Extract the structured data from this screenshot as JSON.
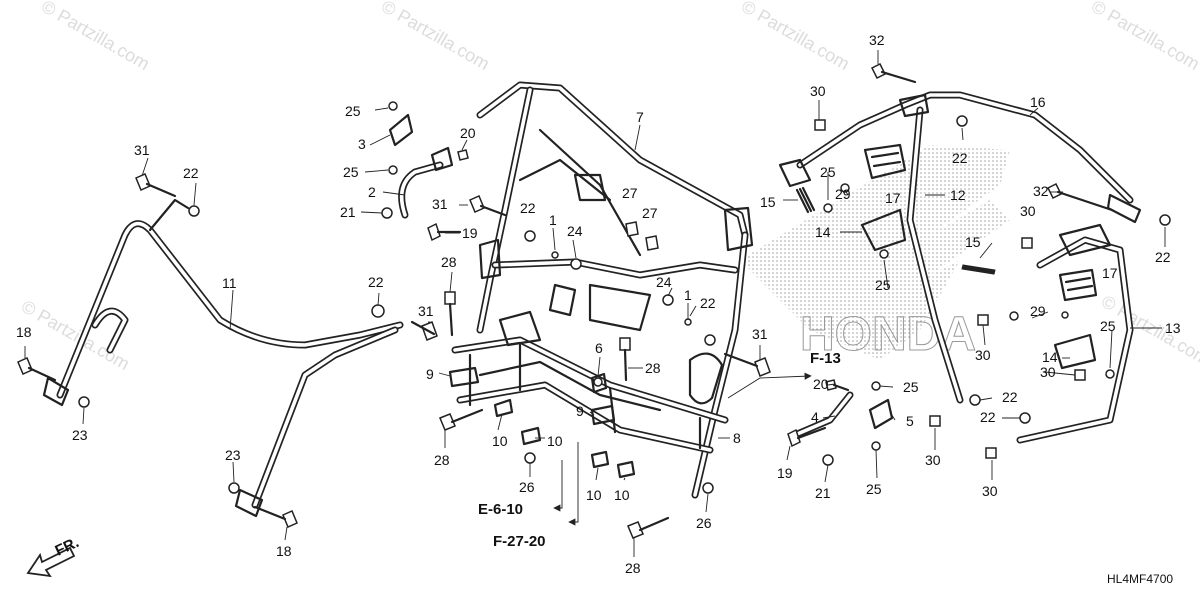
{
  "watermark": "© Partzilla.com",
  "diagram_code": "HL4MF4700",
  "brand_watermark": "HONDA",
  "direction_arrow": {
    "label": "FR.",
    "icon": "front-direction-arrow-icon"
  },
  "references": {
    "f13": "F-13",
    "e6_10": "E-6-10",
    "f27_20": "F-27-20"
  },
  "callouts": [
    {
      "id": "c32",
      "text": "32"
    },
    {
      "id": "c30a",
      "text": "30"
    },
    {
      "id": "c16",
      "text": "16"
    },
    {
      "id": "c25a",
      "text": "25"
    },
    {
      "id": "c3",
      "text": "3"
    },
    {
      "id": "c20a",
      "text": "20"
    },
    {
      "id": "c7",
      "text": "7"
    },
    {
      "id": "c22a",
      "text": "22"
    },
    {
      "id": "c31a",
      "text": "31"
    },
    {
      "id": "c22b",
      "text": "22"
    },
    {
      "id": "c25b",
      "text": "25"
    },
    {
      "id": "c2",
      "text": "2"
    },
    {
      "id": "c25c",
      "text": "25"
    },
    {
      "id": "c29a",
      "text": "29"
    },
    {
      "id": "c17a",
      "text": "17"
    },
    {
      "id": "c12",
      "text": "12"
    },
    {
      "id": "c21a",
      "text": "21"
    },
    {
      "id": "c31b",
      "text": "31"
    },
    {
      "id": "c22c",
      "text": "22"
    },
    {
      "id": "c27a",
      "text": "27"
    },
    {
      "id": "c15a",
      "text": "15"
    },
    {
      "id": "c32b",
      "text": "32"
    },
    {
      "id": "c19a",
      "text": "19"
    },
    {
      "id": "c1a",
      "text": "1"
    },
    {
      "id": "c27b",
      "text": "27"
    },
    {
      "id": "c14a",
      "text": "14"
    },
    {
      "id": "c30b",
      "text": "30"
    },
    {
      "id": "c24a",
      "text": "24"
    },
    {
      "id": "c22d",
      "text": "22"
    },
    {
      "id": "c28a",
      "text": "28"
    },
    {
      "id": "c15b",
      "text": "15"
    },
    {
      "id": "c11",
      "text": "11"
    },
    {
      "id": "c22e",
      "text": "22"
    },
    {
      "id": "c24b",
      "text": "24"
    },
    {
      "id": "c25d",
      "text": "25"
    },
    {
      "id": "c17b",
      "text": "17"
    },
    {
      "id": "c1b",
      "text": "1"
    },
    {
      "id": "c22f",
      "text": "22"
    },
    {
      "id": "c31c",
      "text": "31"
    },
    {
      "id": "c18a",
      "text": "18"
    },
    {
      "id": "c29b",
      "text": "29"
    },
    {
      "id": "c25e",
      "text": "25"
    },
    {
      "id": "c13",
      "text": "13"
    },
    {
      "id": "c31d",
      "text": "31"
    },
    {
      "id": "c30c",
      "text": "30"
    },
    {
      "id": "c6",
      "text": "6"
    },
    {
      "id": "c14b",
      "text": "14"
    },
    {
      "id": "c9a",
      "text": "9"
    },
    {
      "id": "c28b",
      "text": "28"
    },
    {
      "id": "c30d",
      "text": "30"
    },
    {
      "id": "c20b",
      "text": "20"
    },
    {
      "id": "c25f",
      "text": "25"
    },
    {
      "id": "c22g",
      "text": "22"
    },
    {
      "id": "c23a",
      "text": "23"
    },
    {
      "id": "c9b",
      "text": "9"
    },
    {
      "id": "c4",
      "text": "4"
    },
    {
      "id": "c5",
      "text": "5"
    },
    {
      "id": "c22h",
      "text": "22"
    },
    {
      "id": "c10a",
      "text": "10"
    },
    {
      "id": "c10b",
      "text": "10"
    },
    {
      "id": "c8",
      "text": "8"
    },
    {
      "id": "c30e",
      "text": "30"
    },
    {
      "id": "c28c",
      "text": "28"
    },
    {
      "id": "c19b",
      "text": "19"
    },
    {
      "id": "c21b",
      "text": "21"
    },
    {
      "id": "c25g",
      "text": "25"
    },
    {
      "id": "c26a",
      "text": "26"
    },
    {
      "id": "c10c",
      "text": "10"
    },
    {
      "id": "c10d",
      "text": "10"
    },
    {
      "id": "c30f",
      "text": "30"
    },
    {
      "id": "c23b",
      "text": "23"
    },
    {
      "id": "c26b",
      "text": "26"
    },
    {
      "id": "c18b",
      "text": "18"
    },
    {
      "id": "c28d",
      "text": "28"
    }
  ]
}
